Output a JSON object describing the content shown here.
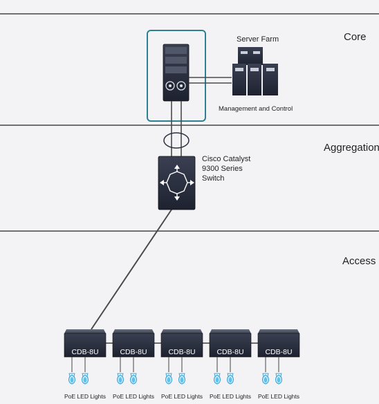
{
  "tiers": {
    "core": "Core",
    "aggregation": "Aggregation",
    "access": "Access"
  },
  "core": {
    "server_farm_label": "Server Farm",
    "management_label": "Management and Control"
  },
  "aggregation": {
    "switch_label_line1": "Cisco Catalyst",
    "switch_label_line2": "9300 Series",
    "switch_label_line3": "Switch"
  },
  "access": {
    "devices": [
      {
        "label": "CDB-8U",
        "lights_label": "PoE LED Lights"
      },
      {
        "label": "CDB-8U",
        "lights_label": "PoE LED Lights"
      },
      {
        "label": "CDB-8U",
        "lights_label": "PoE LED Lights"
      },
      {
        "label": "CDB-8U",
        "lights_label": "PoE LED Lights"
      },
      {
        "label": "CDB-8U",
        "lights_label": "PoE LED Lights"
      }
    ]
  },
  "colors": {
    "background": "#f3f3f5",
    "tier_line": "#454545",
    "device_dark": "#2a2f3d",
    "highlight_box": "#2e7f8f",
    "link_line": "#4a4a4a",
    "led_blue": "#5fc1ea"
  }
}
